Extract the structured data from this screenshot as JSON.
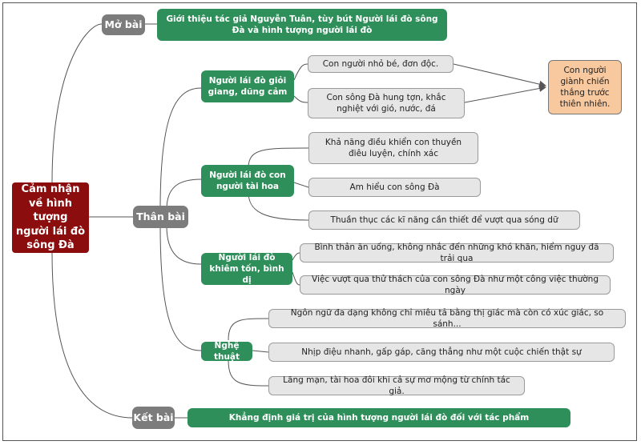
{
  "root": "Cảm nhận về hình tượng người lái đò sông Đà",
  "sections": {
    "mo_bai": "Mở bài",
    "than_bai": "Thân bài",
    "ket_bai": "Kết bài"
  },
  "mo_bai_content": "Giới thiệu tác giả Nguyễn Tuân, tùy bút Người lái đò sông Đà và hình tượng người lái đò",
  "ket_bai_content": "Khẳng định giá trị của hình tượng người lái đò đối với tác phẩm",
  "branches": [
    {
      "label": "Người lái đò giỏi giang, dũng cảm",
      "leaves": [
        "Con người nhỏ bé, đơn độc.",
        "Con sông Đà hung tợn, khắc nghiệt với gió, nước, đá"
      ]
    },
    {
      "label": "Người lái đò con người tài hoa",
      "leaves": [
        "Khả năng điều khiển con thuyền điêu luyện, chính xác",
        "Am hiểu con sông Đà",
        "Thuần thục các kĩ năng cần thiết để vượt qua sóng dữ"
      ]
    },
    {
      "label": "Người lái đò khiêm tốn, bình dị",
      "leaves": [
        "Bình thản ăn uống, không nhắc đến những khó khăn, hiểm nguy đã trải qua",
        "Việc vượt qua thử thách của con sông Đà như một công việc thường ngày"
      ]
    },
    {
      "label": "Nghệ thuật",
      "leaves": [
        "Ngôn ngữ đa dạng không chỉ miêu tả bằng thị giác mà còn có xúc giác, so sánh...",
        "Nhịp điệu nhanh, gấp gáp, căng thẳng như một cuộc chiến thật sự",
        "Lãng mạn, tài hoa đôi khi cả sự mơ mộng từ chính tác giả."
      ]
    }
  ],
  "conclusion": "Con người giành chiến thắng trước thiên nhiên."
}
